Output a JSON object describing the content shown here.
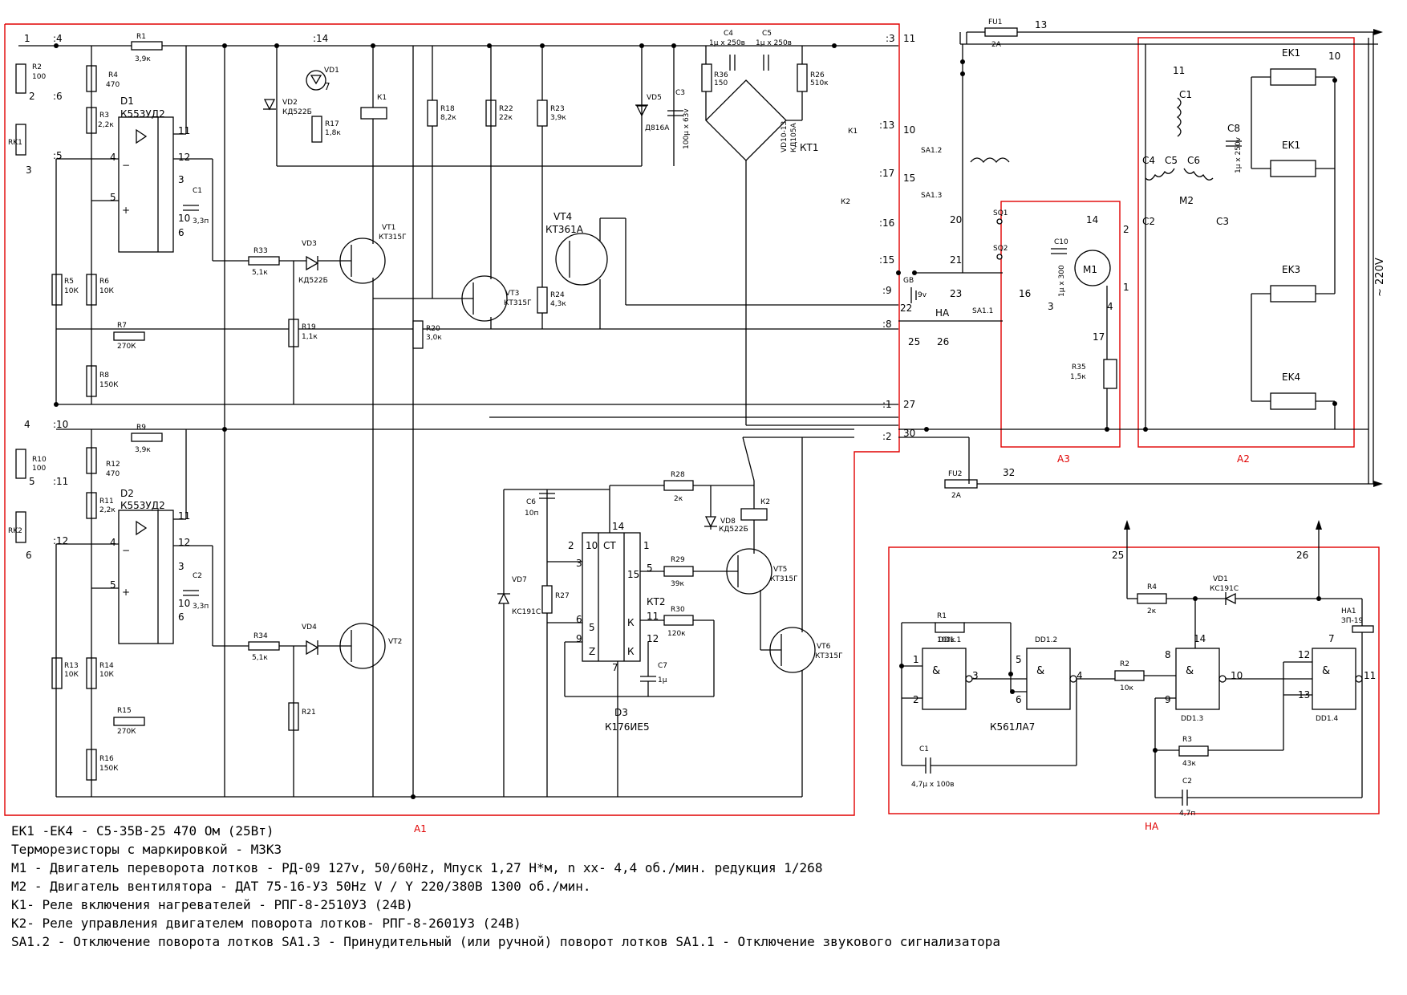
{
  "blocks": {
    "a1": "A1",
    "a2": "A2",
    "a3": "A3",
    "ha": "HA"
  },
  "supply": "~ 220V",
  "fuses": [
    {
      "name": "FU1",
      "value": "2A",
      "wire": "13"
    },
    {
      "name": "FU2",
      "value": "2A",
      "wire": "32"
    }
  ],
  "components_a1": [
    {
      "ref": "R1",
      "val": "3,9к"
    },
    {
      "ref": "R2",
      "val": "100"
    },
    {
      "ref": "R3",
      "val": "2,2к"
    },
    {
      "ref": "R4",
      "val": "470"
    },
    {
      "ref": "R5",
      "val": "10К"
    },
    {
      "ref": "R6",
      "val": "10К"
    },
    {
      "ref": "R7",
      "val": "270К"
    },
    {
      "ref": "R8",
      "val": "150К"
    },
    {
      "ref": "R9",
      "val": "3,9к"
    },
    {
      "ref": "R10",
      "val": "100"
    },
    {
      "ref": "R11",
      "val": "2,2к"
    },
    {
      "ref": "R12",
      "val": "470"
    },
    {
      "ref": "R13",
      "val": "10К"
    },
    {
      "ref": "R14",
      "val": "10К"
    },
    {
      "ref": "R15",
      "val": "270К"
    },
    {
      "ref": "R16",
      "val": "150К"
    },
    {
      "ref": "R17",
      "val": "1,8к"
    },
    {
      "ref": "R18",
      "val": "8,2к"
    },
    {
      "ref": "R19",
      "val": "1,1к"
    },
    {
      "ref": "R20",
      "val": "3,0к"
    },
    {
      "ref": "R21",
      "val": ""
    },
    {
      "ref": "R22",
      "val": "22к"
    },
    {
      "ref": "R23",
      "val": "3,9к"
    },
    {
      "ref": "R24",
      "val": "4,3к"
    },
    {
      "ref": "R26",
      "val": "510к"
    },
    {
      "ref": "R27",
      "val": ""
    },
    {
      "ref": "R28",
      "val": "2к"
    },
    {
      "ref": "R29",
      "val": "39к"
    },
    {
      "ref": "R30",
      "val": "120к"
    },
    {
      "ref": "R33",
      "val": "5,1к"
    },
    {
      "ref": "R34",
      "val": "5,1к"
    },
    {
      "ref": "R36",
      "val": "150"
    },
    {
      "ref": "C1",
      "val": "3,3п"
    },
    {
      "ref": "C2",
      "val": "3,3п"
    },
    {
      "ref": "C3",
      "val": "100μ x 63v"
    },
    {
      "ref": "C4",
      "val": "1μ x 250в"
    },
    {
      "ref": "C5",
      "val": "1μ x 250в"
    },
    {
      "ref": "C6",
      "val": "10п"
    },
    {
      "ref": "C7",
      "val": "1μ"
    },
    {
      "ref": "D1",
      "val": "К553УД2"
    },
    {
      "ref": "D2",
      "val": "К553УД2"
    },
    {
      "ref": "D3",
      "val": "К176ИЕ5"
    },
    {
      "ref": "VD1",
      "val": ""
    },
    {
      "ref": "VD2",
      "val": "КД522Б"
    },
    {
      "ref": "VD3",
      "val": "КД522Б"
    },
    {
      "ref": "VD4",
      "val": ""
    },
    {
      "ref": "VD5",
      "val": "Д816А"
    },
    {
      "ref": "VD7",
      "val": "КС191С"
    },
    {
      "ref": "VD8",
      "val": "КД522Б"
    },
    {
      "ref": "VD10-13",
      "val": "КД105А"
    },
    {
      "ref": "VT1",
      "val": "КТ315Г"
    },
    {
      "ref": "VT2",
      "val": ""
    },
    {
      "ref": "VT3",
      "val": "КТ315Г"
    },
    {
      "ref": "VT4",
      "val": "КТ361А"
    },
    {
      "ref": "VT5",
      "val": "КТ315Г"
    },
    {
      "ref": "VT6",
      "val": "КТ315Г"
    },
    {
      "ref": "K1",
      "val": ""
    },
    {
      "ref": "K2",
      "val": ""
    },
    {
      "ref": "RK1",
      "val": ""
    },
    {
      "ref": "RK2",
      "val": ""
    },
    {
      "ref": "KT1",
      "val": ""
    },
    {
      "ref": "KT2",
      "val": ""
    },
    {
      "ref": "C1_chip",
      "val": "СТ"
    }
  ],
  "components_a2": [
    {
      "ref": "EK1",
      "val": ""
    },
    {
      "ref": "EK1",
      "val": ""
    },
    {
      "ref": "EK3",
      "val": ""
    },
    {
      "ref": "EK4",
      "val": ""
    },
    {
      "ref": "M2",
      "val": ""
    },
    {
      "ref": "C8",
      "val": "1μ x 250v"
    },
    {
      "ref": "C1",
      "val": ""
    },
    {
      "ref": "C2",
      "val": ""
    },
    {
      "ref": "C3",
      "val": ""
    },
    {
      "ref": "C4",
      "val": ""
    },
    {
      "ref": "C5",
      "val": ""
    },
    {
      "ref": "C6",
      "val": ""
    }
  ],
  "components_a3": [
    {
      "ref": "M1",
      "val": ""
    },
    {
      "ref": "C10",
      "val": "1μ x 300"
    },
    {
      "ref": "SQ1",
      "val": ""
    },
    {
      "ref": "SQ2",
      "val": ""
    },
    {
      "ref": "R35",
      "val": "1,5к"
    }
  ],
  "components_ha": [
    {
      "ref": "R1",
      "val": "100к"
    },
    {
      "ref": "R2",
      "val": "10к"
    },
    {
      "ref": "R3",
      "val": "43к"
    },
    {
      "ref": "R4",
      "val": "2к"
    },
    {
      "ref": "C1",
      "val": "4,7μ x 100в"
    },
    {
      "ref": "C2",
      "val": "4,7п"
    },
    {
      "ref": "VD1",
      "val": "КС191С"
    },
    {
      "ref": "HA1",
      "val": "ЗП-19"
    },
    {
      "ref": "DD1.1",
      "val": ""
    },
    {
      "ref": "DD1.2",
      "val": ""
    },
    {
      "ref": "DD1.3",
      "val": ""
    },
    {
      "ref": "DD1.4",
      "val": ""
    },
    {
      "ref": "chip",
      "val": "К561ЛА7"
    }
  ],
  "switches": [
    {
      "ref": "SA1.1"
    },
    {
      "ref": "SA1.2"
    },
    {
      "ref": "SA1.3"
    },
    {
      "ref": "GB",
      "val": "9v"
    },
    {
      "ref": "HA"
    }
  ],
  "notes": [
    "EK1 -EK4 - C5-35B-25 470 Ом (25Вт)",
    "Терморезисторы с маркировкой - МЗКЗ",
    "M1 - Двигатель переворота лотков - РД-09 127v, 50/60Hz, Мпуск 1,27 Н*м, n хх- 4,4 об./мин. редукция 1/268",
    "M2 - Двигатель вентилятора - ДАТ 75-16-УЗ 50Hz  V / Y    220/380В 1300 об./мин.",
    "K1- Реле включения нагревателей - РПГ-8-2510УЗ (24В)",
    "K2- Реле управления двигателем поворота лотков- РПГ-8-2601УЗ (24В)",
    "SA1.2 - Отключение поворота лотков  SA1.3 - Принудительный (или ручной) поворот лотков SA1.1 - Отключение звукового сигнализатора"
  ]
}
